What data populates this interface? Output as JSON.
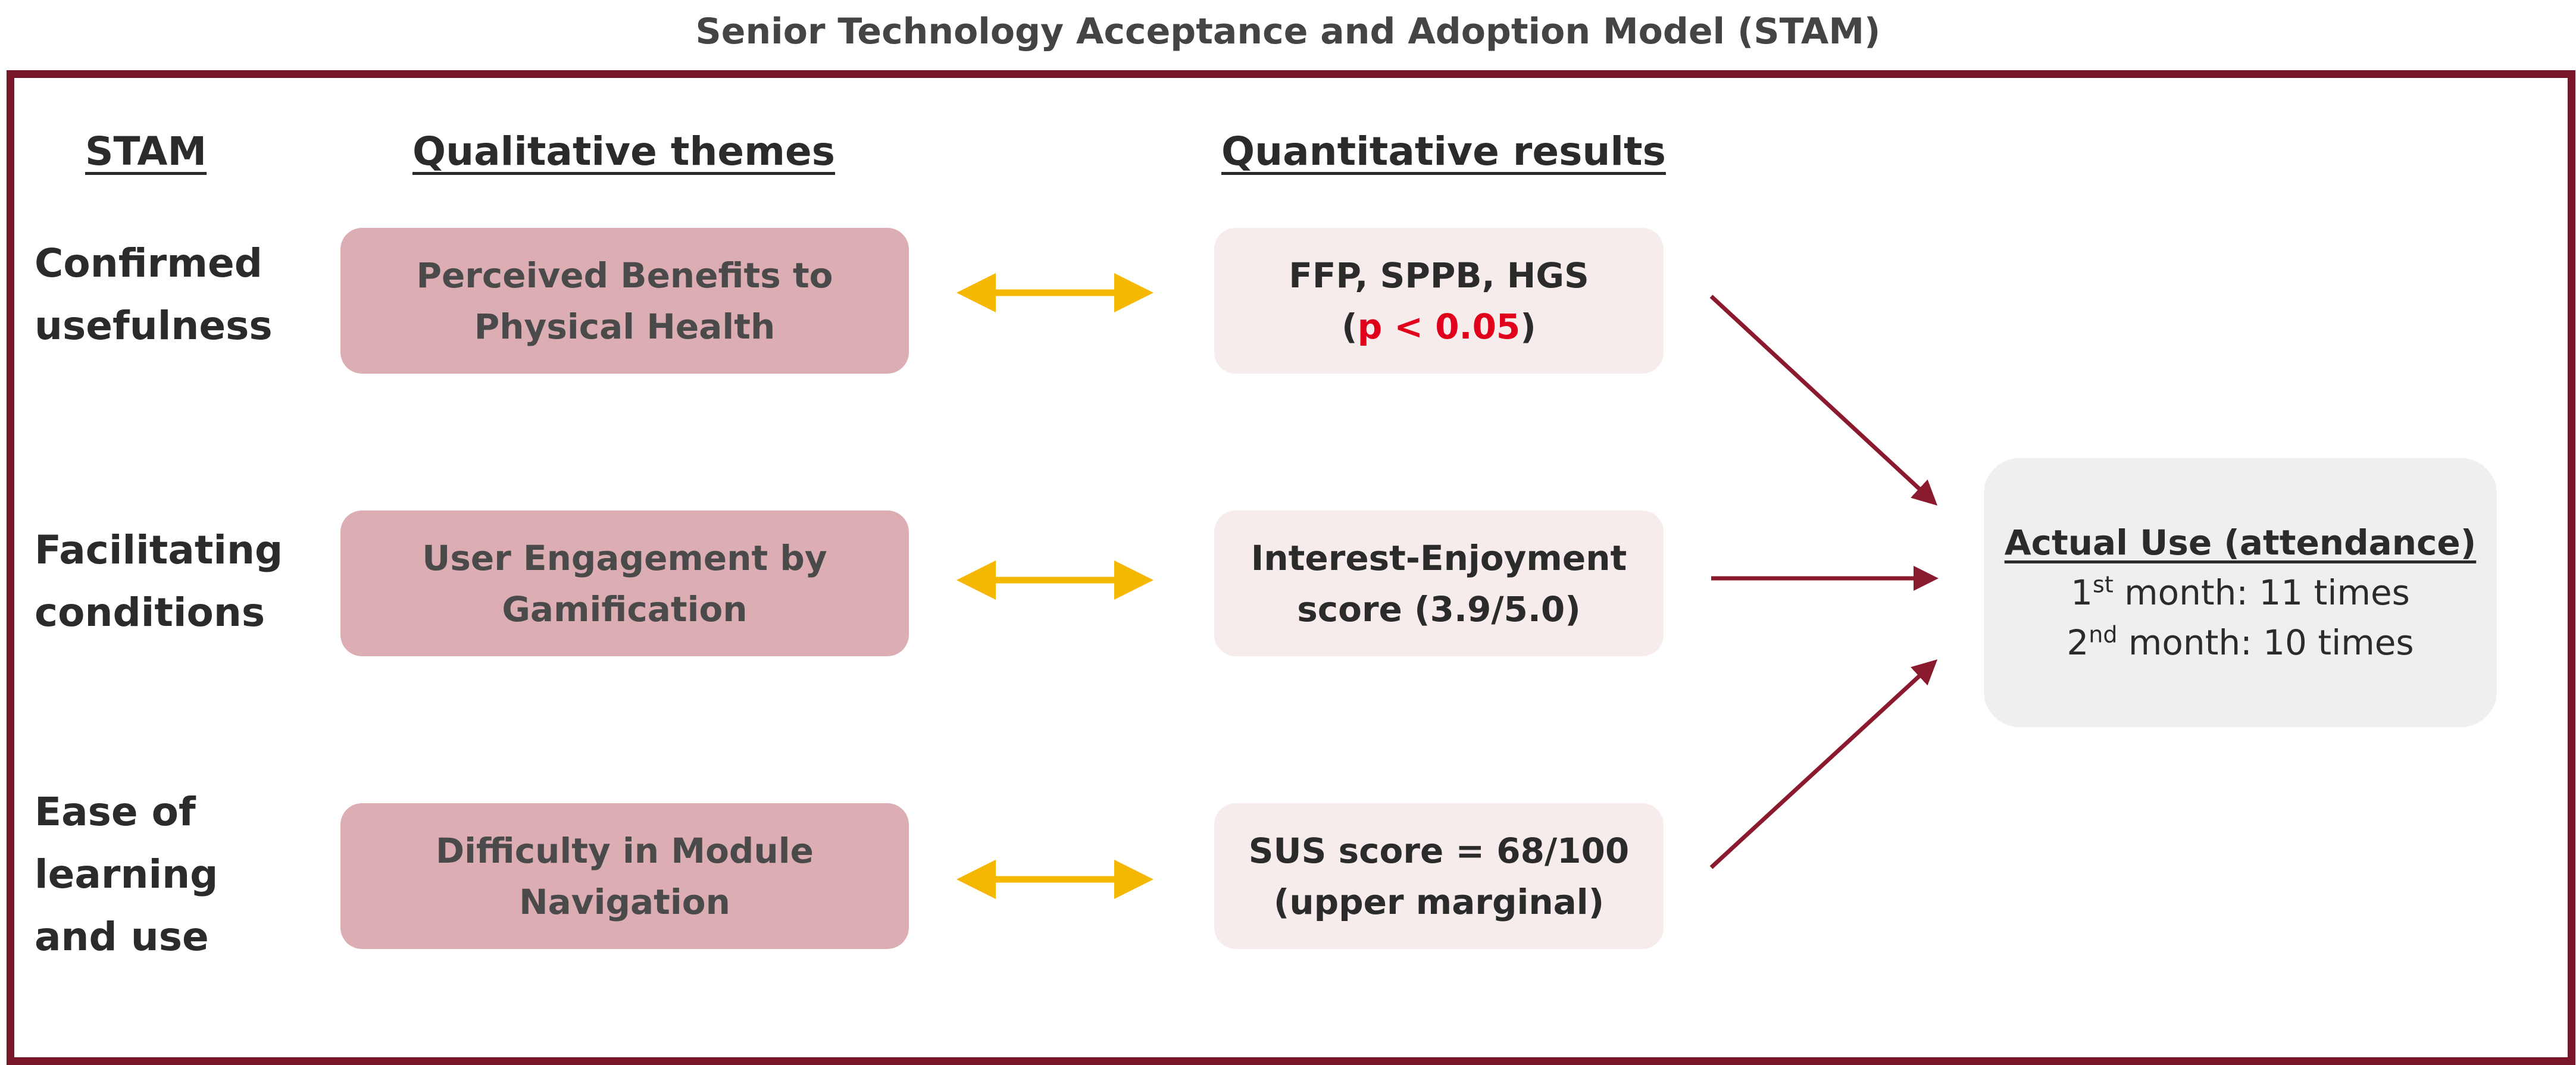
{
  "title": "Senior Technology Acceptance and Adoption Model (STAM)",
  "headers": {
    "stam": "STAM",
    "qualitative": "Qualitative themes",
    "quantitative": "Quantitative results"
  },
  "rows": [
    {
      "label_lines": [
        "Confirmed",
        "usefulness"
      ],
      "theme_lines": [
        "Perceived Benefits to",
        "Physical Health"
      ],
      "result_line1": "FFP, SPPB, HGS",
      "result_line2_open": "(",
      "result_line2_highlight": "p < 0.05",
      "result_line2_close": ")"
    },
    {
      "label_lines": [
        "Facilitating",
        "conditions"
      ],
      "theme_lines": [
        "User Engagement by",
        "Gamification"
      ],
      "result_lines": [
        "Interest-Enjoyment",
        "score (3.9/5.0)"
      ]
    },
    {
      "label_lines": [
        "Ease of",
        "learning",
        "and use"
      ],
      "theme_lines": [
        "Difficulty in Module",
        "Navigation"
      ],
      "result_lines": [
        "SUS score = 68/100",
        "(upper marginal)"
      ]
    }
  ],
  "outcome": {
    "title": "Actual Use (attendance)",
    "month1_num": "1",
    "month1_sup": "st",
    "month1_text": " month: 11 times",
    "month2_num": "2",
    "month2_sup": "nd",
    "month2_text": " month: 10 times"
  },
  "colors": {
    "frame": "#7a1629",
    "theme_box": "#dcaeb3",
    "result_box": "#f7ecec",
    "outcome_box": "#efefef",
    "double_arrow": "#f5b800",
    "flow_arrow": "#8b1a2e",
    "highlight_text": "#e0001b"
  }
}
